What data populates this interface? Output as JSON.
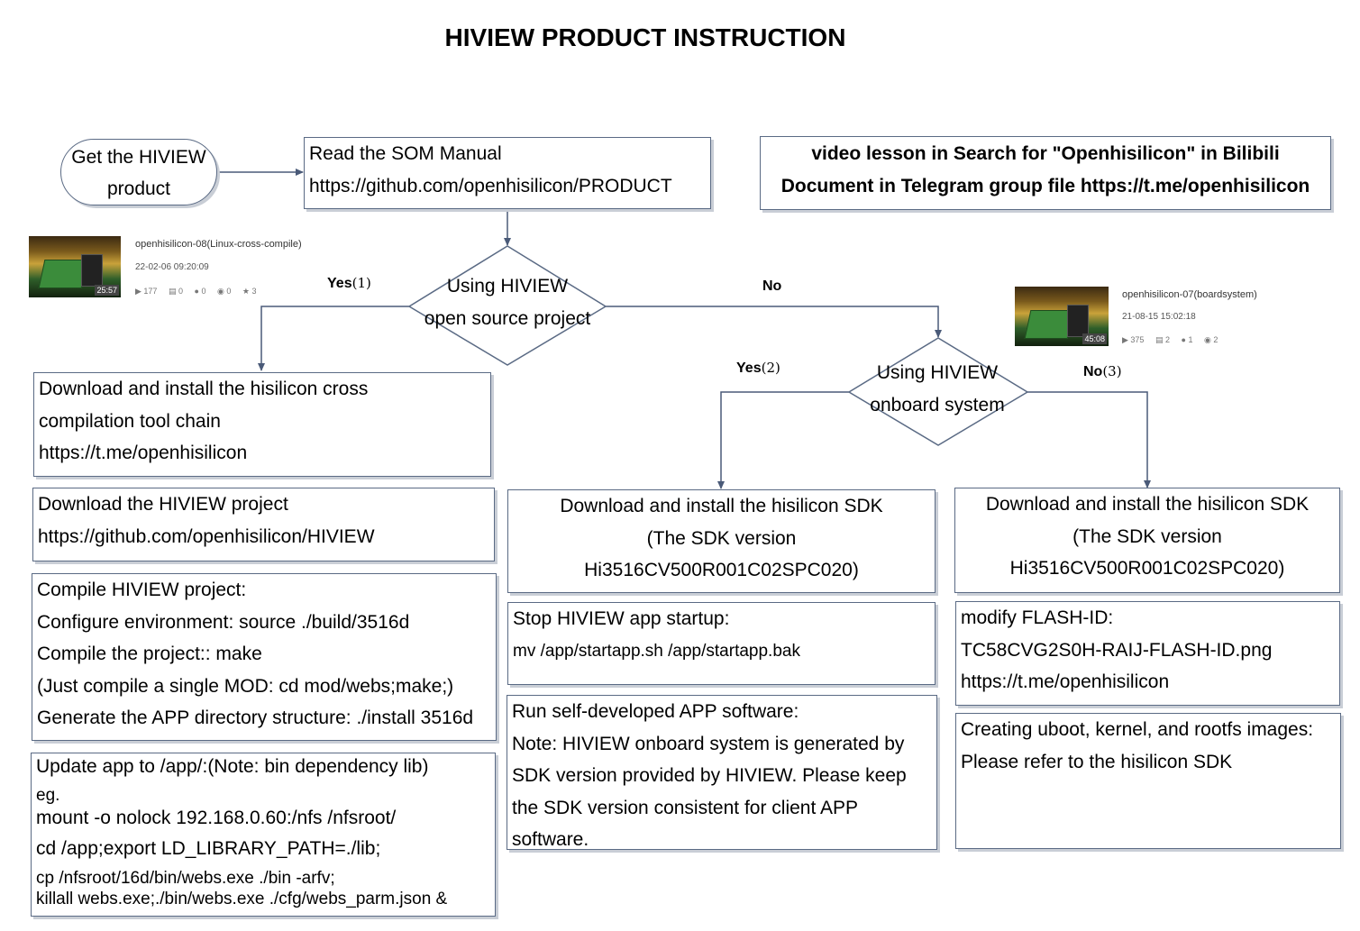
{
  "title": "HIVIEW PRODUCT INSTRUCTION",
  "start": {
    "lines": [
      "Get the HIVIEW",
      "product"
    ]
  },
  "som_manual": {
    "lines": [
      "Read the SOM Manual",
      "https://github.com/openhisilicon/PRODUCT"
    ]
  },
  "info": {
    "lines": [
      "video lesson in Search for \"Openhisilicon\" in Bilibili",
      "Document in Telegram group file https://t.me/openhisilicon"
    ]
  },
  "decision1": {
    "lines": [
      "Using HIVIEW",
      "open source project"
    ]
  },
  "decision2": {
    "lines": [
      "Using HIVIEW",
      "onboard system"
    ]
  },
  "labels": {
    "yes1": "Yes",
    "yes1_num": "(1)",
    "no_main": "No",
    "yes2": "Yes",
    "yes2_num": "(2)",
    "no3": "No",
    "no3_num": "(3)"
  },
  "video1": {
    "title": "openhisilicon-08(Linux-cross-compile)",
    "date": "22-02-06 09:20:09",
    "duration": "25:57",
    "stats": [
      "177",
      "0",
      "0",
      "0",
      "3"
    ]
  },
  "video2": {
    "title": "openhisilicon-07(boardsystem)",
    "date": "21-08-15 15:02:18",
    "duration": "45:08",
    "stats": [
      "375",
      "2",
      "1",
      "2"
    ]
  },
  "left_col": [
    {
      "lines": [
        "Download and install the hisilicon cross",
        "compilation tool chain",
        "https://t.me/openhisilicon"
      ]
    },
    {
      "lines": [
        "Download the HIVIEW project",
        "https://github.com/openhisilicon/HIVIEW"
      ]
    },
    {
      "lines": [
        "Compile HIVIEW project:",
        "Configure environment: source ./build/3516d",
        "Compile the project:: make",
        "(Just compile a single MOD: cd mod/webs;make;)",
        "Generate the  APP directory structure: ./install 3516d"
      ]
    },
    {
      "lines": [
        "Update app to /app/:(Note: bin dependency lib)",
        "eg.",
        "mount -o nolock 192.168.0.60:/nfs /nfsroot/",
        "cd /app;export LD_LIBRARY_PATH=./lib;",
        "cp /nfsroot/16d/bin/webs.exe ./bin -arfv;",
        "killall webs.exe;./bin/webs.exe ./cfg/webs_parm.json &"
      ]
    }
  ],
  "mid_col": [
    {
      "lines": [
        "Download and install the hisilicon SDK",
        "(The SDK version",
        "Hi3516CV500R001C02SPC020)"
      ]
    },
    {
      "lines": [
        "Stop HIVIEW app startup:",
        "mv /app/startapp.sh /app/startapp.bak"
      ]
    },
    {
      "lines": [
        "Run self-developed APP software:",
        "Note: HIVIEW onboard system is generated by",
        "SDK version provided by HIVIEW. Please keep",
        "the SDK version consistent for client APP",
        "software."
      ]
    }
  ],
  "right_col": [
    {
      "lines": [
        "Download and install the hisilicon SDK",
        "(The SDK version",
        "Hi3516CV500R001C02SPC020)"
      ]
    },
    {
      "lines": [
        "modify FLASH-ID:",
        "TC58CVG2S0H-RAIJ-FLASH-ID.png",
        "https://t.me/openhisilicon"
      ]
    },
    {
      "lines": [
        "Creating uboot, kernel, and rootfs images:",
        "Please refer to the hisilicon SDK"
      ]
    }
  ]
}
